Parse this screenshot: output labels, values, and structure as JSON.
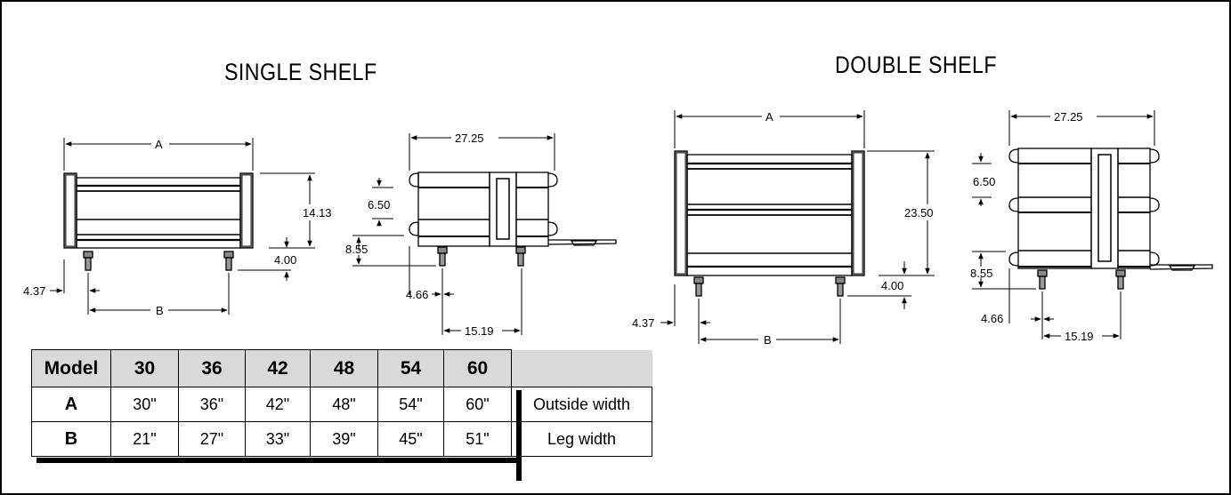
{
  "titles": {
    "single": "SINGLE SHELF",
    "double": "DOUBLE SHELF"
  },
  "single_front": {
    "width_label": "A",
    "height_label": "14.13",
    "leg_height_label": "4.00",
    "leg_offset_label": "4.37",
    "leg_width_label": "B"
  },
  "single_side": {
    "depth_label": "27.25",
    "shelf_gap_label": "6.50",
    "lower_label": "8.55",
    "leg_offset_label": "4.66",
    "leg_span_label": "15.19"
  },
  "double_front": {
    "width_label": "A",
    "height_label": "23.50",
    "leg_height_label": "4.00",
    "leg_offset_label": "4.37",
    "leg_width_label": "B"
  },
  "double_side": {
    "depth_label": "27.25",
    "shelf_gap_label": "6.50",
    "lower_label": "8.55",
    "leg_offset_label": "4.66",
    "leg_span_label": "15.19"
  },
  "spec_table": {
    "header": [
      "Model",
      "30",
      "36",
      "42",
      "48",
      "54",
      "60"
    ],
    "rows": [
      {
        "label": "A",
        "values": [
          "30\"",
          "36\"",
          "42\"",
          "48\"",
          "54\"",
          "60\""
        ],
        "description": "Outside width"
      },
      {
        "label": "B",
        "values": [
          "21\"",
          "27\"",
          "33\"",
          "39\"",
          "45\"",
          "51\""
        ],
        "description": "Leg width"
      }
    ]
  },
  "colors": {
    "header_fill": "#d9d9d9",
    "line": "#000000"
  }
}
